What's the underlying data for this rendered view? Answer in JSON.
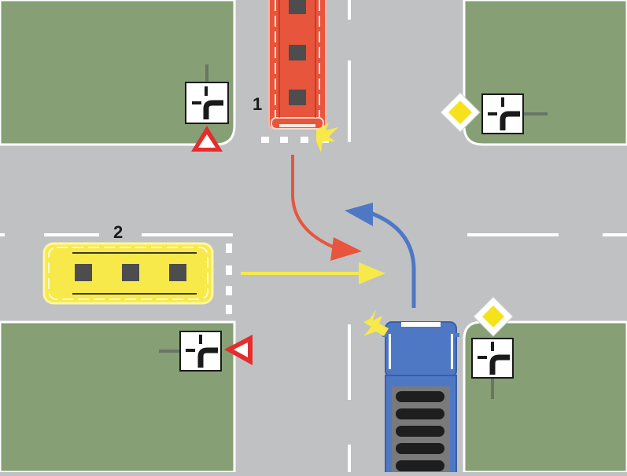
{
  "scene": {
    "title": "Intersection priority diagram",
    "colors": {
      "road": "#c0c1c3",
      "grass": "#869f74",
      "curb": "#ffffff",
      "lane_marking": "#ffffff",
      "red_vehicle": "#e8553d",
      "yellow_vehicle": "#f7e94a",
      "blue_vehicle": "#4f78c4",
      "priority_yellow": "#f5e21a",
      "yield_red": "#e52d2d"
    }
  },
  "vehicles": [
    {
      "id": "1",
      "label": "1",
      "type": "bus",
      "color": "red",
      "direction": "southbound",
      "turn_signal": "left",
      "path": "turn-left"
    },
    {
      "id": "2",
      "label": "2",
      "type": "bus",
      "color": "yellow",
      "direction": "eastbound",
      "path": "straight"
    },
    {
      "id": "3",
      "label": "",
      "type": "truck",
      "color": "blue",
      "direction": "northbound",
      "turn_signal": "left",
      "path": "turn-left"
    }
  ],
  "signs": [
    {
      "position": "north-west",
      "types": [
        "yield",
        "priority-road-direction"
      ]
    },
    {
      "position": "north-east",
      "types": [
        "priority-road",
        "priority-road-direction"
      ]
    },
    {
      "position": "south-west",
      "types": [
        "yield",
        "priority-road-direction"
      ]
    },
    {
      "position": "south-east",
      "types": [
        "priority-road",
        "priority-road-direction"
      ]
    }
  ],
  "labels": {
    "vehicle_1": "1",
    "vehicle_2": "2"
  }
}
